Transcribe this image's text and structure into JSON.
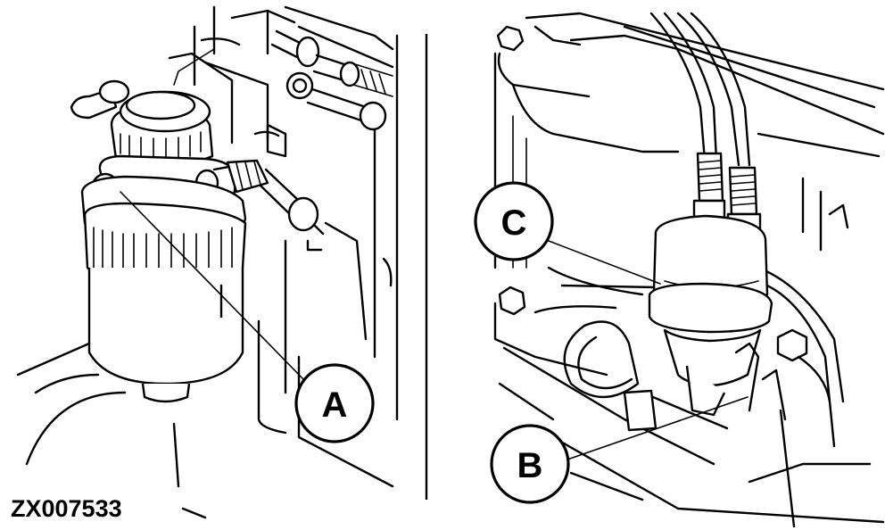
{
  "figure_id": "ZX007533",
  "callouts": {
    "a": "A",
    "b": "B",
    "c": "C"
  },
  "colors": {
    "line": "#000000",
    "background": "#ffffff"
  }
}
